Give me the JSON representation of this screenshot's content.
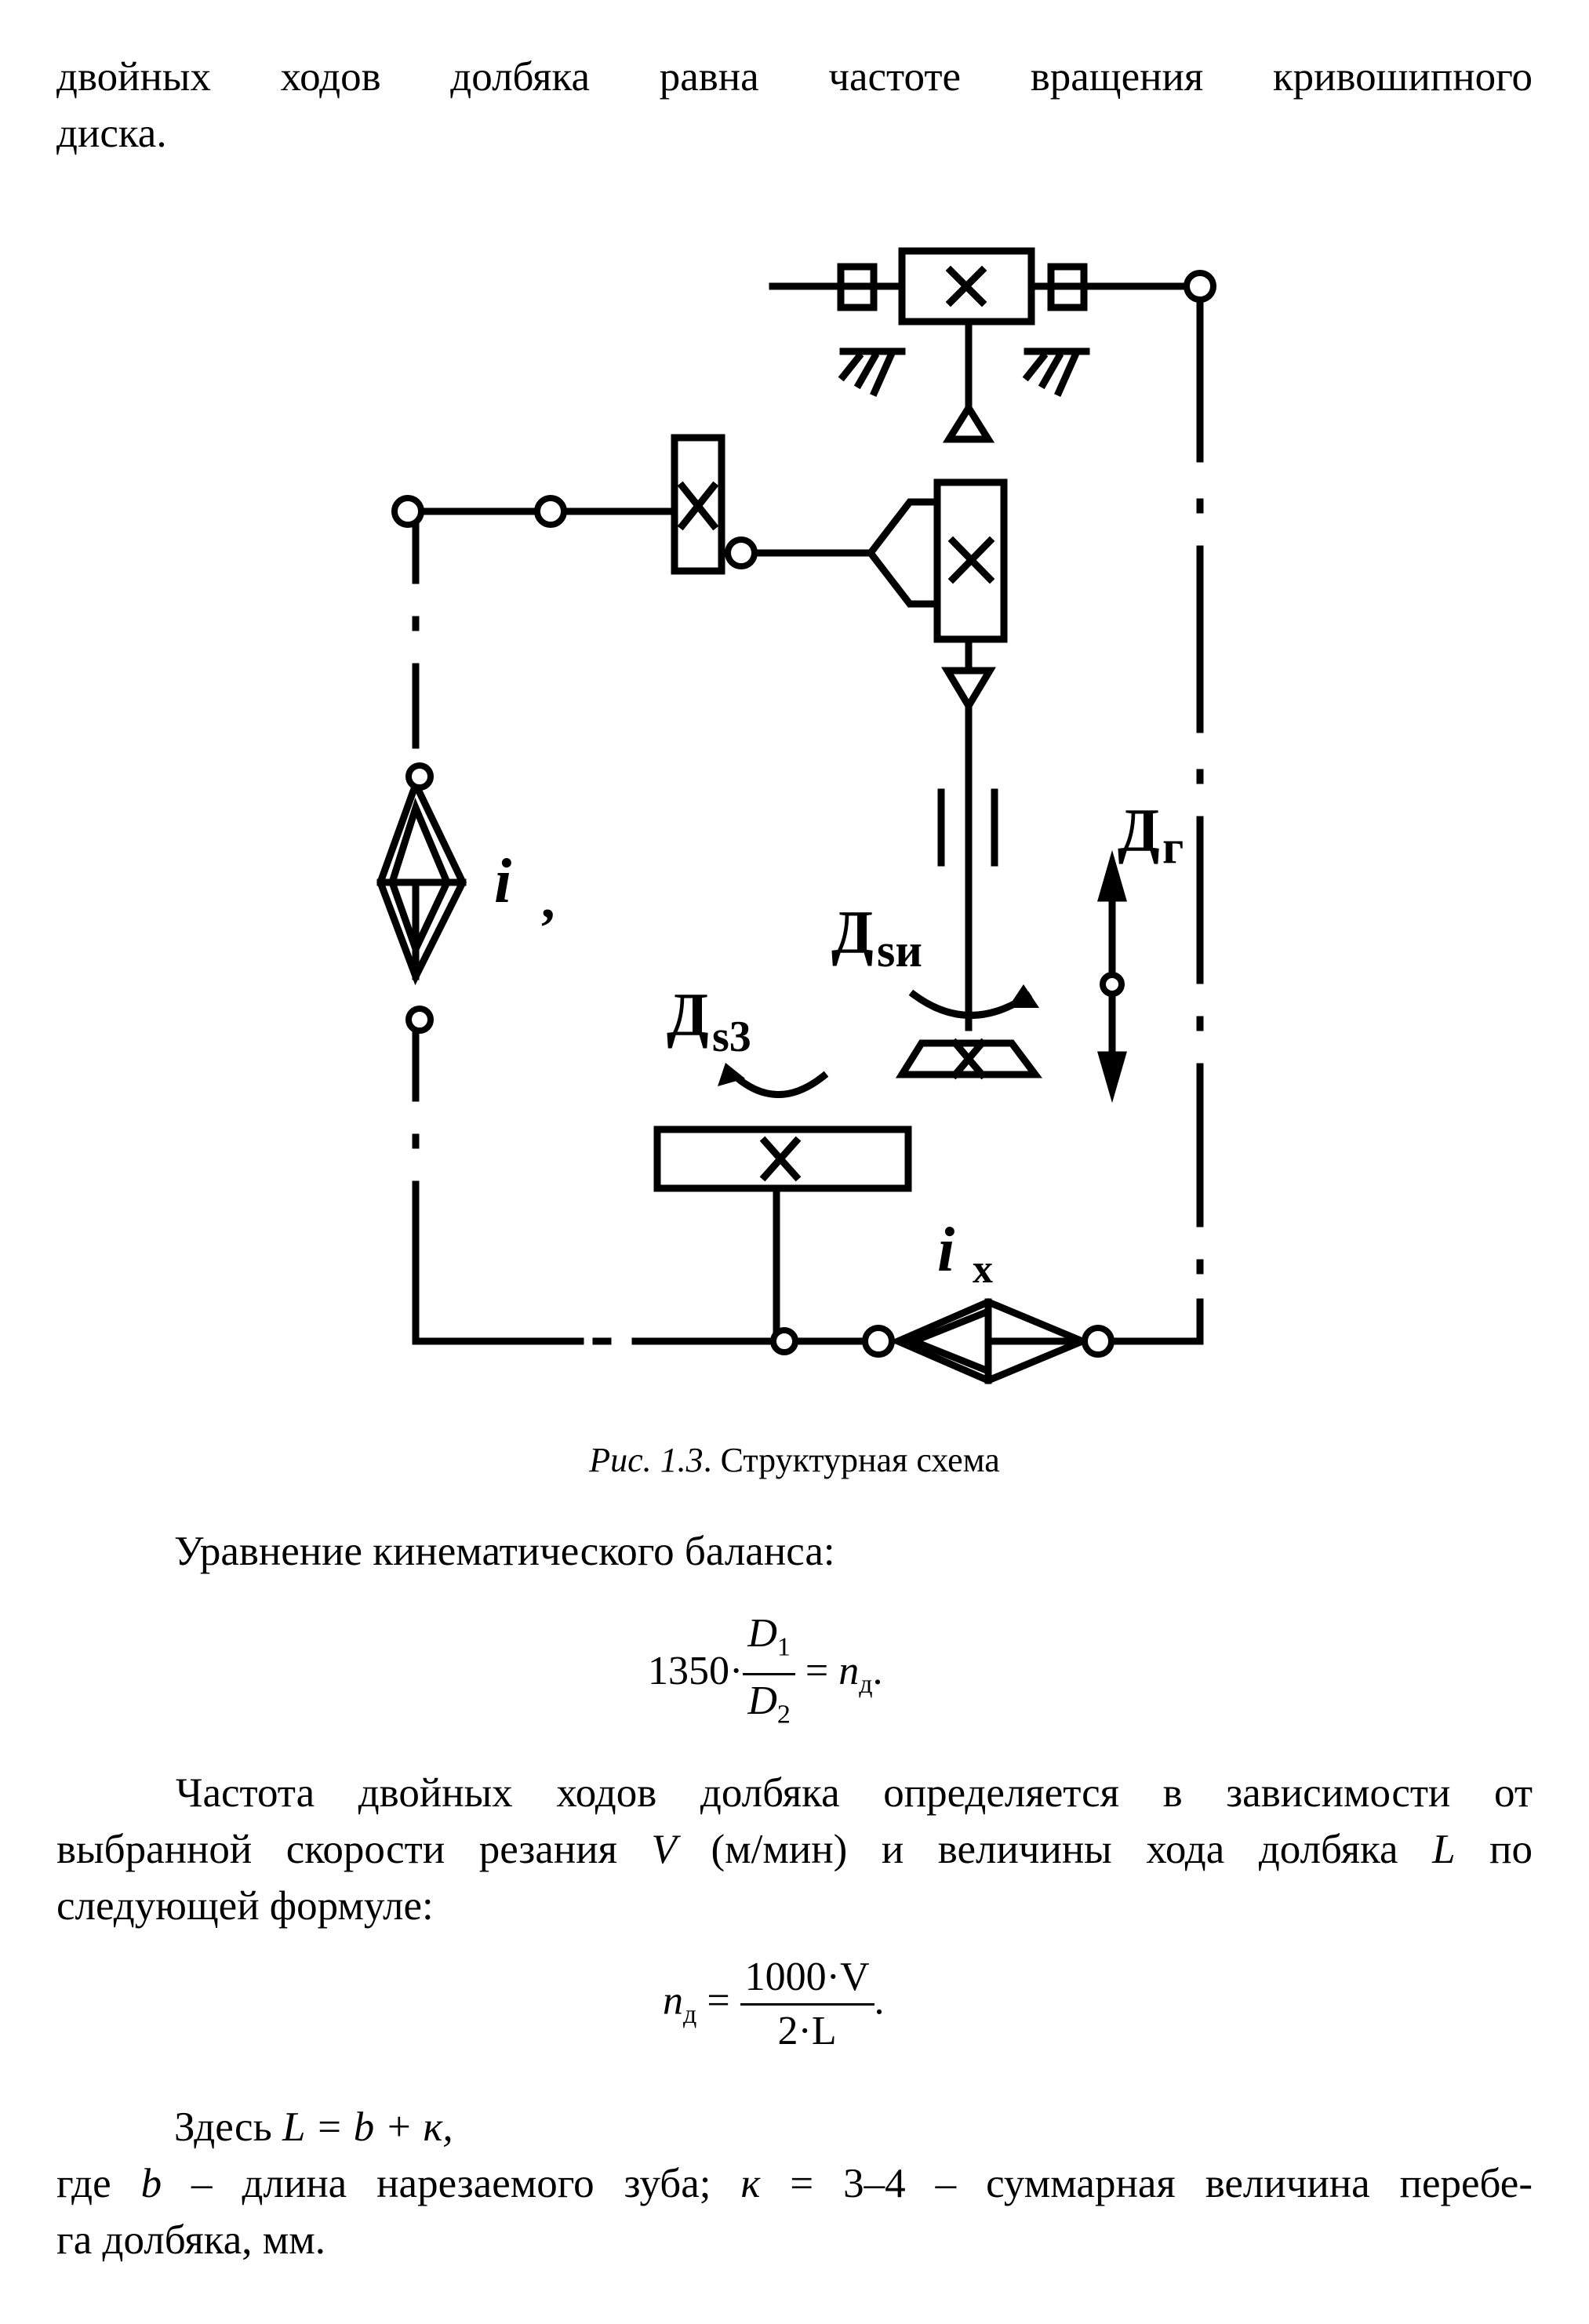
{
  "top_text": {
    "line1": "двойных ходов долбяка равна частоте вращения кривошипного",
    "line2": "диска."
  },
  "figure": {
    "labels": {
      "i_left": "i",
      "i_left_mark": ",",
      "i_x": "i",
      "i_x_sub": "x",
      "d_g": "Д",
      "d_g_sub": "г",
      "d_si": "Д",
      "d_si_sub": "sи",
      "d_sz": "Д",
      "d_sz_sub": "s3"
    },
    "caption_label": "Рис. 1.3",
    "caption_text": ". Структурная схема"
  },
  "para1": "Уравнение кинематического баланса:",
  "formula1": {
    "coef": "1350",
    "num_var": "D",
    "num_sub": "1",
    "den_var": "D",
    "den_sub": "2",
    "rhs_var": "n",
    "rhs_sub": "д"
  },
  "para2": {
    "line1": "Частота двойных ходов долбяка определяется в зависимости от",
    "line2_a": "выбранной скорости резания ",
    "line2_var": "V",
    "line2_b": " (м/мин) и величины хода долбяка ",
    "line2_var2": "L",
    "line2_c": " по",
    "line3": "следующей формуле:"
  },
  "formula2": {
    "lhs_var": "n",
    "lhs_sub": "д",
    "num": "1000·V",
    "den": "2·L"
  },
  "para3": {
    "line1_a": "Здесь ",
    "line1_expr": "L = b + к,",
    "line2_a": "где ",
    "line2_b_var": "b",
    "line2_b": " – длина нарезаемого зуба; ",
    "line2_k_var": "к",
    "line2_c": " = 3–4 – суммарная величина перебе-",
    "line3": "га долбяка, мм."
  }
}
